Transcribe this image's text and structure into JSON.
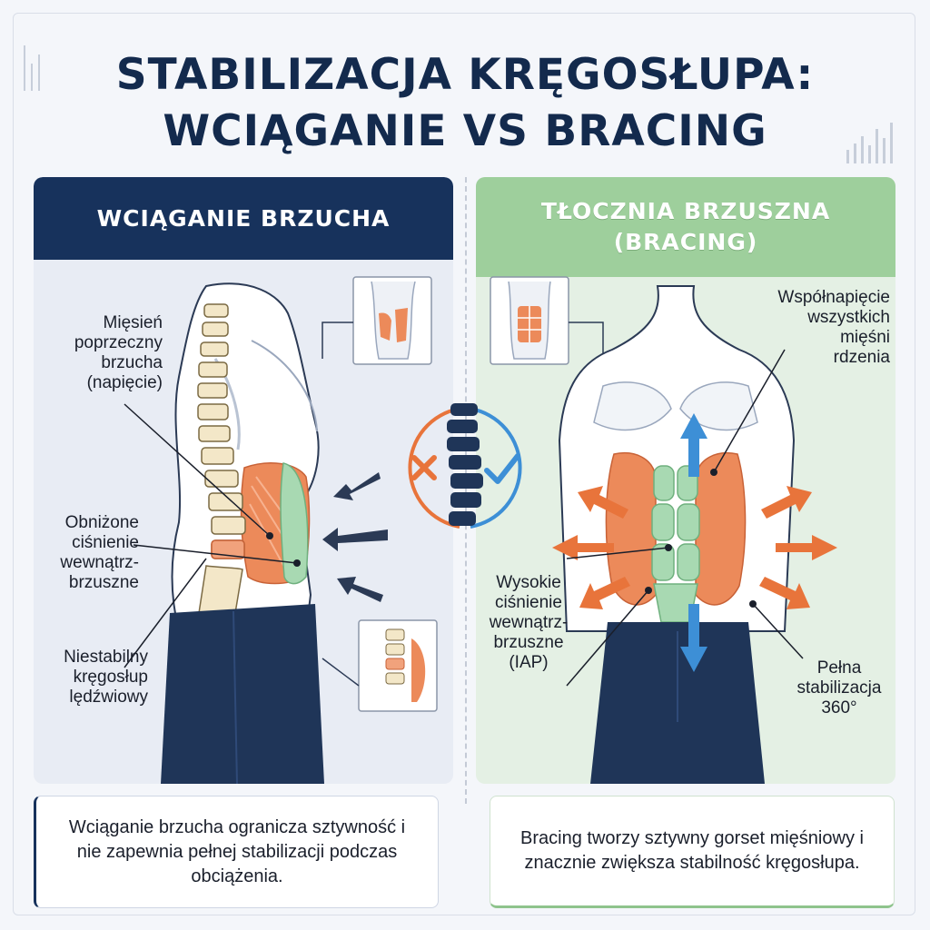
{
  "title": {
    "line1": "STABILIZACJA KRĘGOSŁUPA:",
    "line2": "WCIĄGANIE VS BRACING"
  },
  "left_panel": {
    "header": "WCIĄGANIE BRZUCHA",
    "labels": {
      "muscle": [
        "Mięsień",
        "poprzeczny",
        "brzucha",
        "(napięcie)"
      ],
      "pressure": [
        "Obniżone",
        "ciśnienie",
        "wewnątrz-",
        "brzuszne"
      ],
      "spine": [
        "Niestabilny",
        "kręgosłup",
        "lędźwiowy"
      ]
    },
    "footer": "Wciąganie brzucha ogranicza sztywność i nie zapewnia pełnej stabilizacji podczas obciążenia."
  },
  "right_panel": {
    "header_line1": "TŁOCZNIA BRZUSZNA",
    "header_line2": "(BRACING)",
    "labels": {
      "cocontraction": [
        "Współnapięcie",
        "wszystkich",
        "mięśni",
        "rdzenia"
      ],
      "pressure": [
        "Wysokie",
        "ciśnienie",
        "wewnątrz-",
        "brzuszne",
        "(IAP)"
      ],
      "stability": [
        "Pełna",
        "stabilizacja",
        "360°"
      ]
    },
    "footer": "Bracing tworzy sztywny gorset mięśniowy i znacznie zwiększa stabilność kręgosłupa."
  },
  "colors": {
    "navy": "#17325c",
    "green": "#9ecf9c",
    "orange": "#e8743b",
    "blue": "#3d8fd6",
    "muscle_green": "#a8d9b2"
  },
  "icons": {
    "bad": "x-mark-icon",
    "good": "checkmark-icon",
    "center": "spine-icon"
  }
}
